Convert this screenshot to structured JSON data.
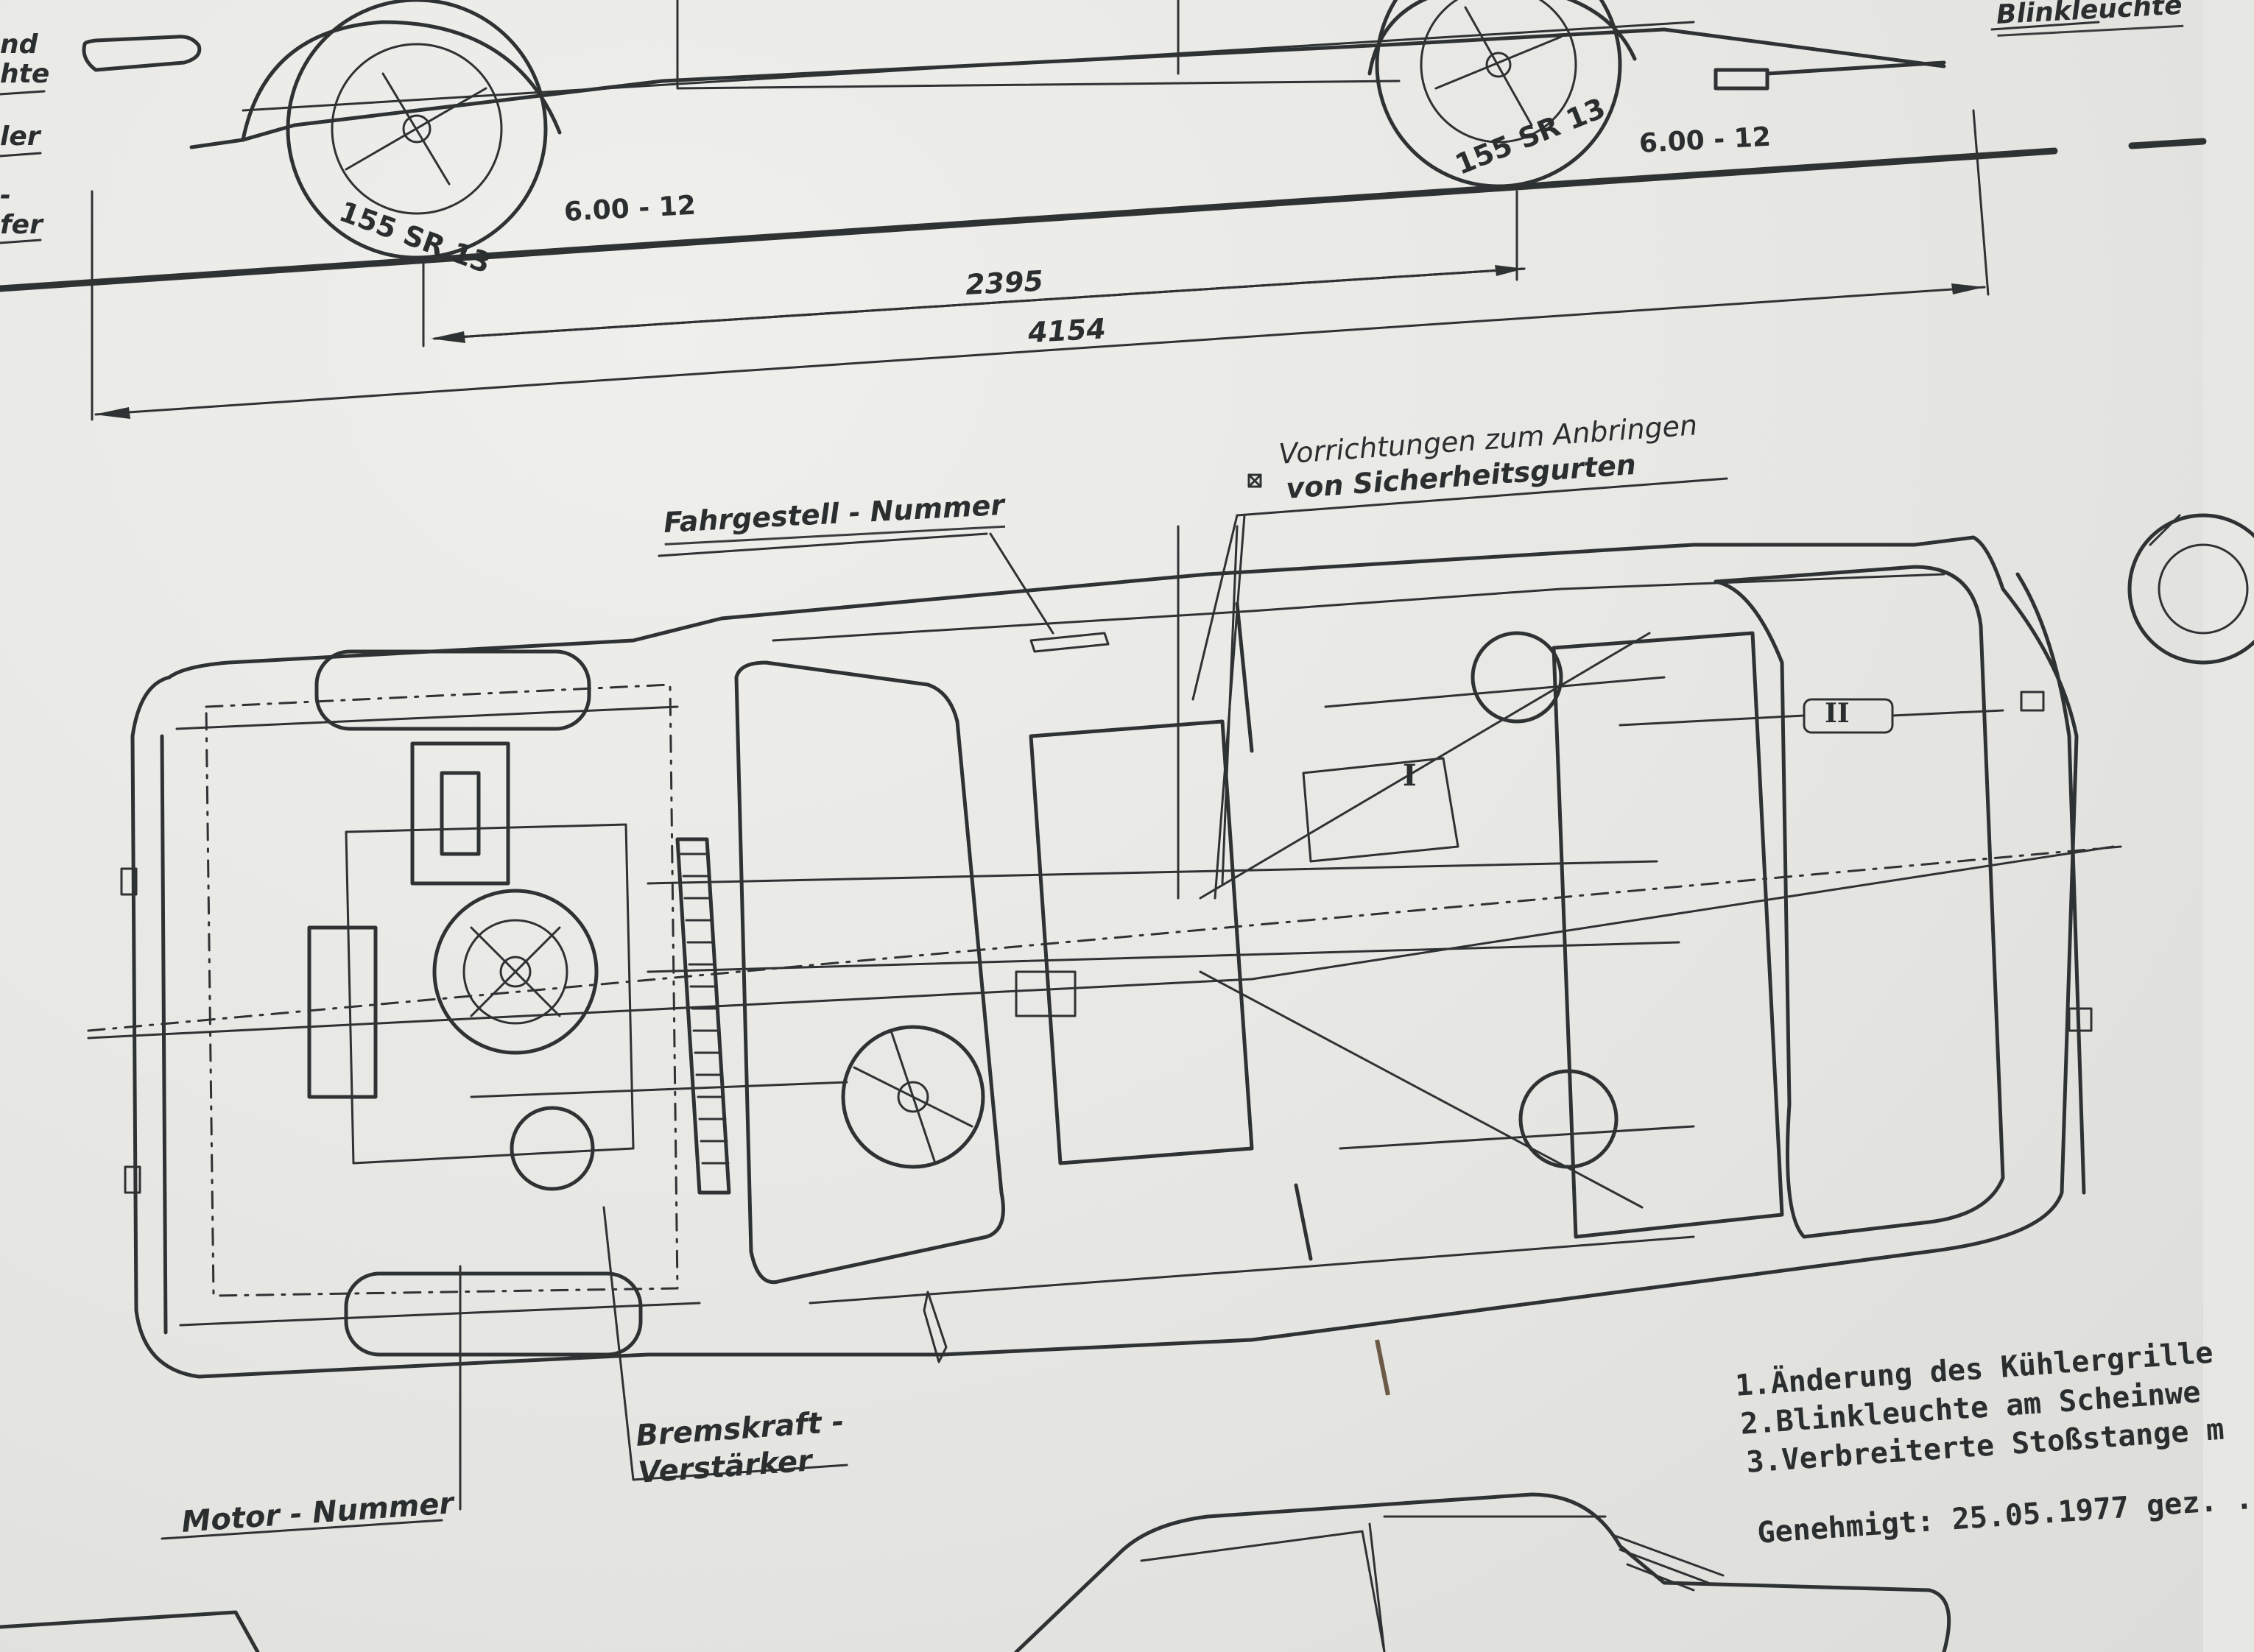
{
  "labels": {
    "blinkleuchte": "Blinkleuchte",
    "left_fragments": [
      "nd",
      "hte",
      "ler",
      "-",
      "fer"
    ],
    "tire_front": "155 SR 13",
    "tire_rear": "155 SR 13",
    "rim_front": "6.00 - 12",
    "rim_rear": "6.00 - 12",
    "dim_wheelbase": "2395",
    "dim_length": "4154",
    "fahrgestell": "Fahrgestell - Nummer",
    "vorrichtungen_1": "Vorrichtungen  zum  Anbringen",
    "vorrichtungen_2": "von  Sicherheitsgurten",
    "bremskraft_1": "Bremskraft -",
    "bremskraft_2": "Verstärker",
    "motor": "Motor - Nummer",
    "marker_1": "I",
    "marker_2": "II"
  },
  "notes": [
    "1.Änderung des Kühlergrille",
    "2.Blinkleuchte am Scheinwe",
    "3.Verbreiterte Stoßstange m"
  ],
  "approval": "Genehmigt: 25.05.1977 gez. ."
}
